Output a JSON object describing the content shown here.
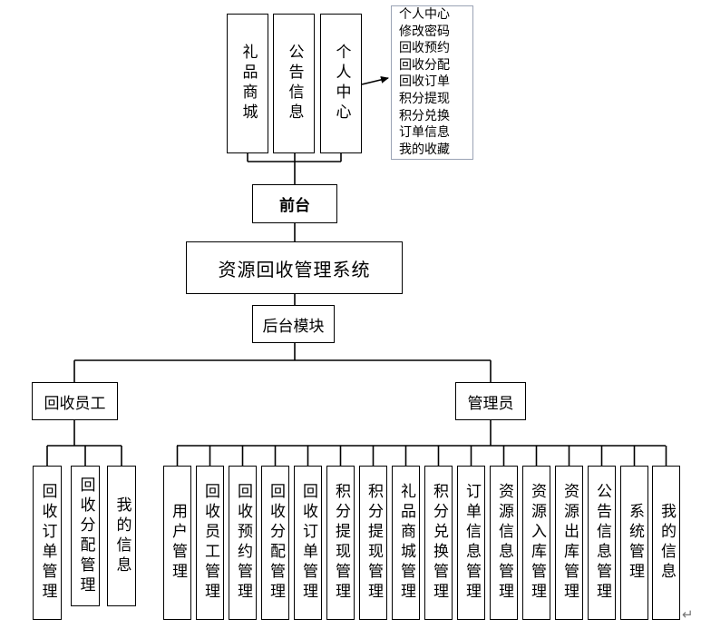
{
  "frontend": {
    "modules": [
      "礼品商城",
      "公告信息",
      "个人中心"
    ],
    "personal_center_items": [
      "个人中心",
      "修改密码",
      "回收预约",
      "回收分配",
      "回收订单",
      "积分提现",
      "积分兑换",
      "订单信息",
      "我的收藏"
    ],
    "label": "前台"
  },
  "system_title": "资源回收管理系统",
  "backend_label": "后台模块",
  "recycler": {
    "label": "回收员工",
    "items": [
      "回收订单管理",
      "回收分配管理",
      "我的信息"
    ]
  },
  "admin": {
    "label": "管理员",
    "items": [
      "用户管理",
      "回收员工管理",
      "回收预约管理",
      "回收分配管理",
      "回收订单管理",
      "积分提现管理",
      "积分提现管理",
      "礼品商城管理",
      "积分兑换管理",
      "订单信息管理",
      "资源信息管理",
      "资源入库管理",
      "资源出库管理",
      "公告信息管理",
      "系统管理",
      "我的信息"
    ]
  },
  "return_mark": "↵"
}
